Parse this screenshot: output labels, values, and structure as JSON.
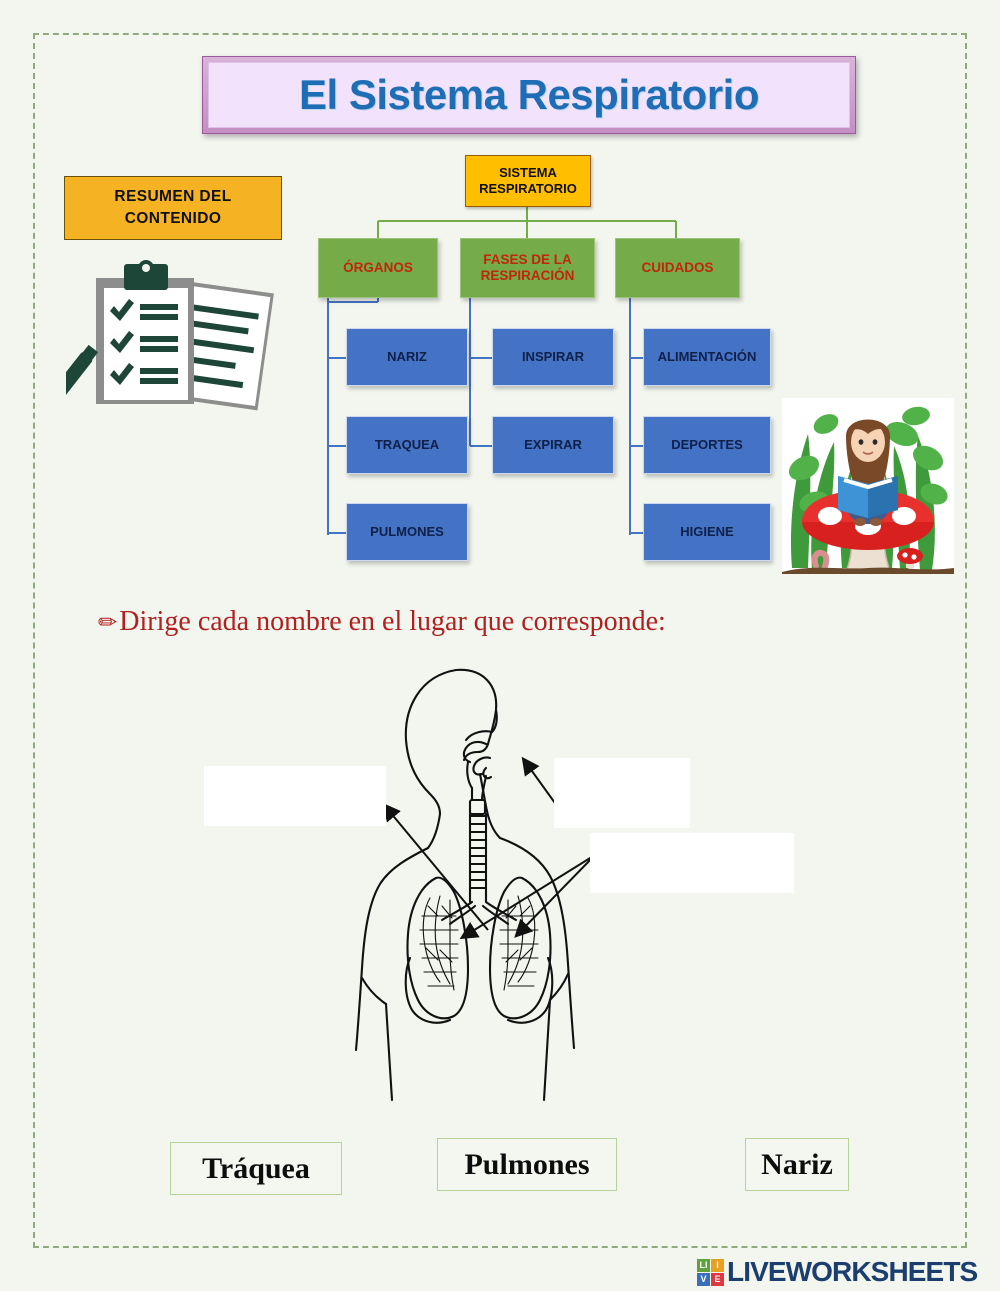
{
  "page": {
    "title": "El Sistema Respiratorio",
    "background_color": "#f2f6ee",
    "border_color": "#8faa7e"
  },
  "summary_label": {
    "line1": "RESUMEN DEL",
    "line2": "CONTENIDO"
  },
  "clipboard_icon": "clipboard-checklist-icon",
  "girl_icon": "girl-reading-on-mushroom-icon",
  "org_chart": {
    "root": {
      "label": "SISTEMA RESPIRATORIO",
      "line1": "SISTEMA",
      "line2": "RESPIRATORIO",
      "color": "#ffbf00"
    },
    "categories": [
      {
        "label": "ÓRGANOS",
        "line1": "ÓRGANOS",
        "line2": "",
        "color": "#75ab48",
        "text_color": "#c0270a",
        "children": [
          "NARIZ",
          "TRAQUEA",
          "PULMONES"
        ]
      },
      {
        "label": "FASES DE LA RESPIRACIÓN",
        "line1": "FASES DE LA",
        "line2": "RESPIRACIÓN",
        "color": "#75ab48",
        "text_color": "#c0270a",
        "children": [
          "INSPIRAR",
          "EXPIRAR"
        ]
      },
      {
        "label": "CUIDADOS",
        "line1": "CUIDADOS",
        "line2": "",
        "color": "#75ab48",
        "text_color": "#c0270a",
        "children": [
          "ALIMENTACIÓN",
          "DEPORTES",
          "HIGIENE"
        ]
      }
    ],
    "leaf_color": "#4472c4",
    "connector_color": "#4472c4"
  },
  "instruction": {
    "icon": "pencil-icon",
    "glyph": "✏",
    "text": "Dirige cada nombre en el lugar que corresponde:",
    "color": "#b02020"
  },
  "anatomy": {
    "icon": "respiratory-system-diagram",
    "alt": "Dibujo lineal del torso humano con tráquea y pulmones"
  },
  "drop_zones": [
    {
      "name": "drop-zone-traquea",
      "value": "",
      "placeholder": ""
    },
    {
      "name": "drop-zone-nariz",
      "value": "",
      "placeholder": ""
    },
    {
      "name": "drop-zone-pulmones",
      "value": "",
      "placeholder": ""
    }
  ],
  "word_bank": [
    {
      "label": "Tráquea"
    },
    {
      "label": "Pulmones"
    },
    {
      "label": "Nariz"
    }
  ],
  "footer": {
    "brand": "LIVEWORKSHEETS",
    "logo_letters": [
      "LI",
      "I",
      "V",
      "E"
    ],
    "logo_colors": [
      "#5fa23c",
      "#e8a020",
      "#3b6fb5",
      "#e0383e"
    ],
    "brand_color": "#1b3e6f"
  }
}
